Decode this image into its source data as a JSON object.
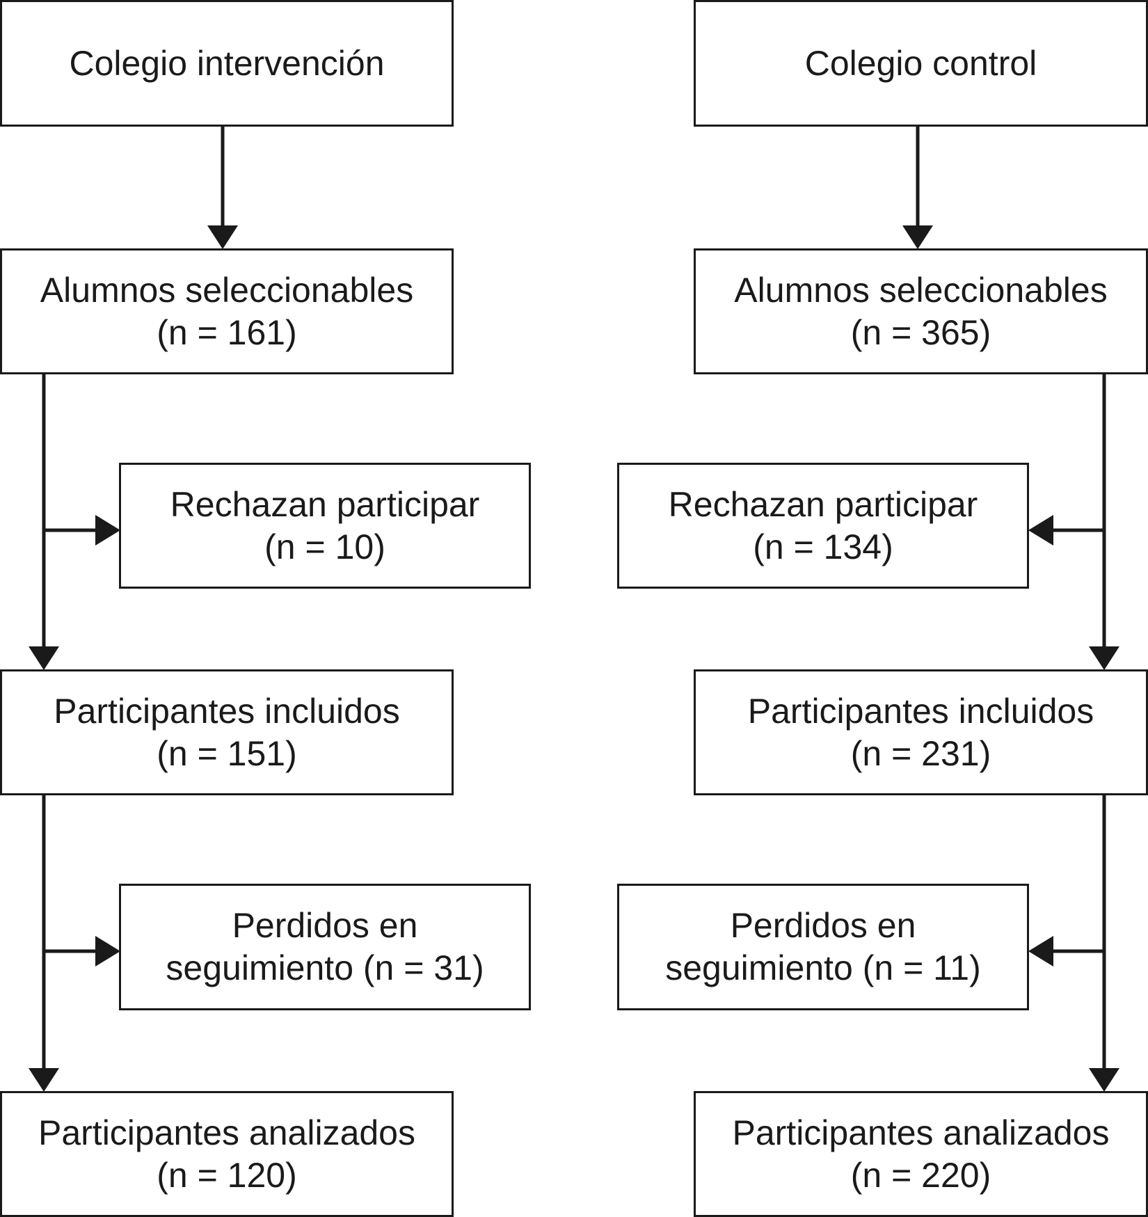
{
  "diagram": {
    "line_color": "#1a1a1a",
    "intervention": {
      "school": {
        "label": "Colegio intervención"
      },
      "eligible": {
        "label": "Alumnos seleccionables",
        "count": "(n = 161)"
      },
      "refused": {
        "label": "Rechazan participar",
        "count": "(n = 10)"
      },
      "included": {
        "label": "Participantes incluidos",
        "count": "(n = 151)"
      },
      "lost": {
        "label": "Perdidos en",
        "count": "seguimiento (n = 31)"
      },
      "analyzed": {
        "label": "Participantes analizados",
        "count": "(n = 120)"
      }
    },
    "control": {
      "school": {
        "label": "Colegio control"
      },
      "eligible": {
        "label": "Alumnos seleccionables",
        "count": "(n = 365)"
      },
      "refused": {
        "label": "Rechazan participar",
        "count": "(n = 134)"
      },
      "included": {
        "label": "Participantes incluidos",
        "count": "(n = 231)"
      },
      "lost": {
        "label": "Perdidos en",
        "count": "seguimiento (n = 11)"
      },
      "analyzed": {
        "label": "Participantes analizados",
        "count": "(n = 220)"
      }
    }
  }
}
